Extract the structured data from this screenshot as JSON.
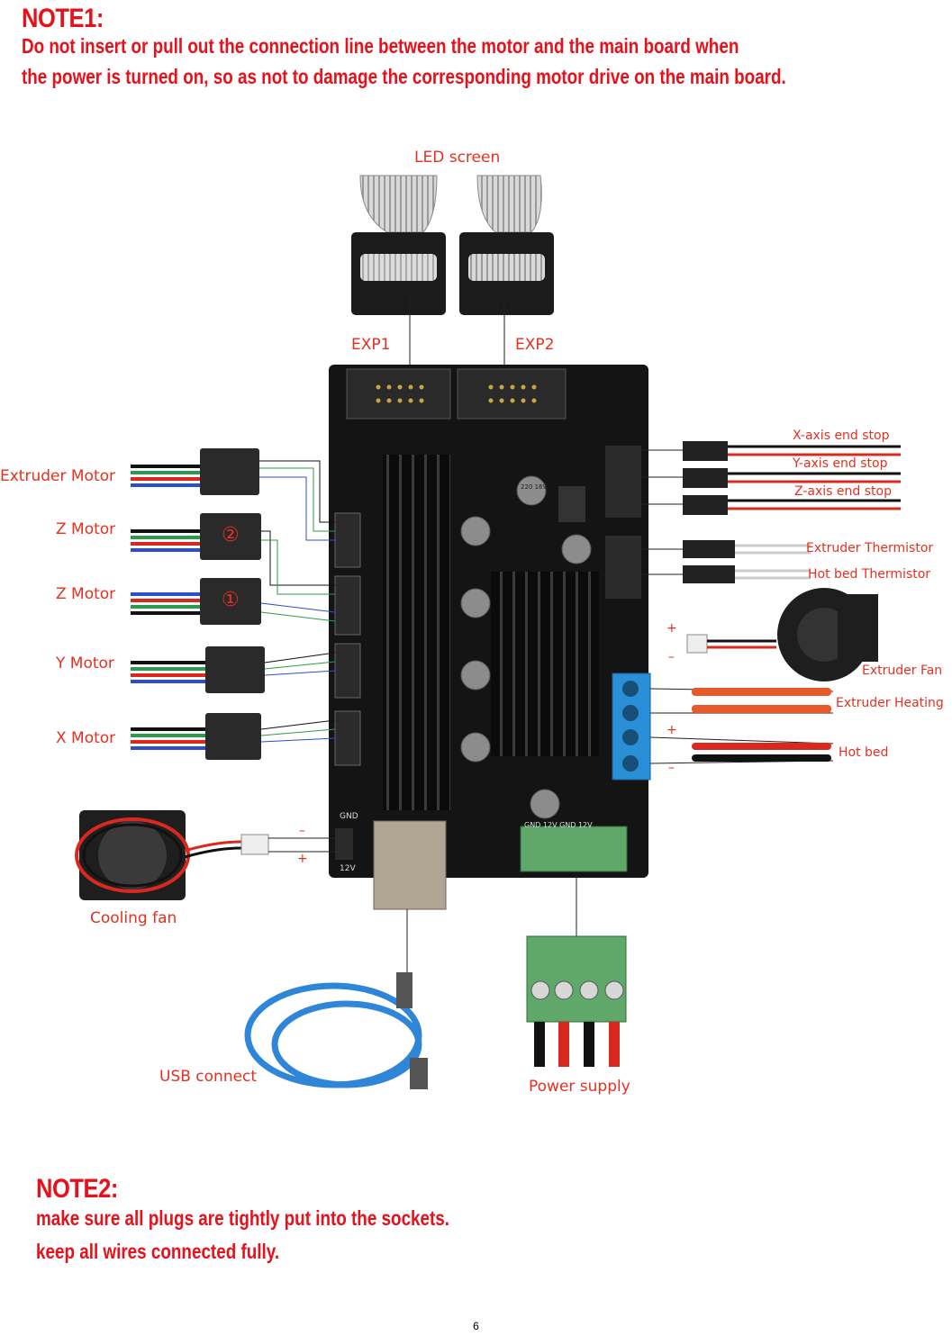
{
  "note1": {
    "title": "NOTE1:",
    "line1": "Do not insert or pull out the connection line between the motor and the main board when",
    "line2": "the power is turned on, so as not to damage the corresponding motor drive on the main board."
  },
  "diagram": {
    "top": {
      "led_screen": "LED screen",
      "exp1": "EXP1",
      "exp2": "EXP2"
    },
    "left": {
      "extruder_motor": "Extruder   Motor",
      "z_motor_2": "Z Motor",
      "z_motor_1": "Z Motor",
      "y_motor": "Y Motor",
      "x_motor": "X Motor",
      "marker_2": "②",
      "marker_1": "①",
      "cooling_fan": "Cooling fan",
      "fan_minus": "–",
      "fan_plus": "+"
    },
    "right": {
      "x_endstop": "X-axis end stop",
      "y_endstop": "Y-axis end stop",
      "z_endstop": "Z-axis end stop",
      "extruder_thermistor": "Extruder  Thermistor",
      "hotbed_thermistor": "Hot bed Thermistor",
      "extruder_fan": "Extruder Fan",
      "extruder_heating": "Extruder Heating",
      "hot_bed": "Hot bed",
      "plus_1": "+",
      "minus_1": "–",
      "plus_2": "+",
      "minus_2": "–"
    },
    "bottom": {
      "usb_connect": "USB connect",
      "power_supply": "Power supply"
    },
    "board": {
      "gnd": "GND",
      "v12": "12V",
      "power_labels": "GND 12V GND 12V",
      "cap_label": "220 16V"
    }
  },
  "note2": {
    "title": "NOTE2:",
    "line1": "make sure all plugs are tightly put into the sockets.",
    "line2": "keep all wires connected fully."
  },
  "page_number": "6",
  "colors": {
    "accent_red": "#e8101a",
    "label_red": "#e53020",
    "board": "#141414"
  }
}
